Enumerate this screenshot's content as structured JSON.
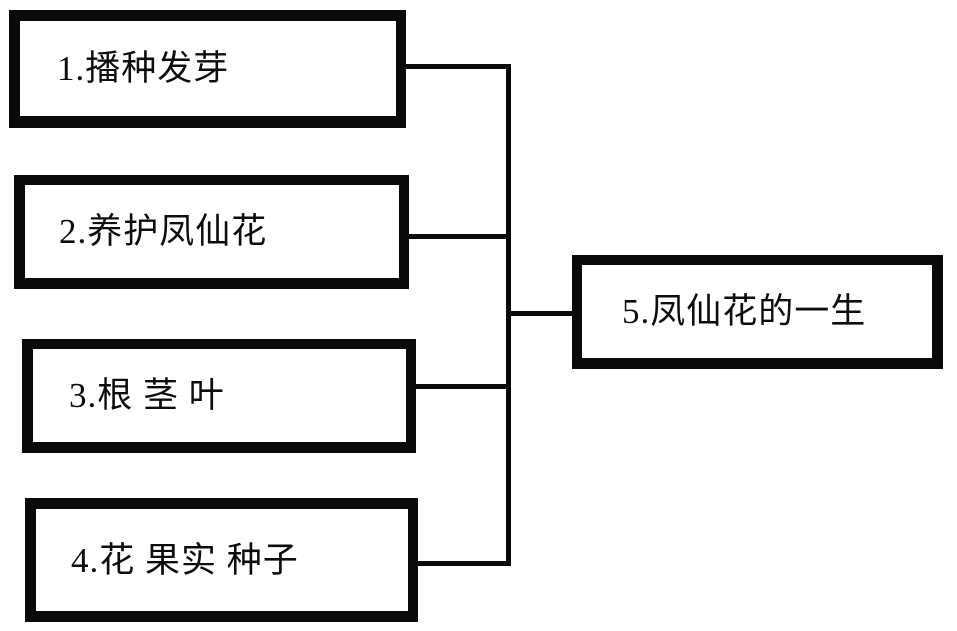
{
  "diagram": {
    "type": "bracket-tree",
    "title": "凤仙花的一生",
    "orientation": "left-branches-to-right-root",
    "colors": {
      "background": "#ffffff",
      "border": "#0a0a0a",
      "text": "#0d0d0d",
      "connector": "#0a0a0a"
    },
    "root": {
      "id": "node-5",
      "label": "5.凤仙花的一生"
    },
    "branches": [
      {
        "id": "node-1",
        "label": "1.播种发芽"
      },
      {
        "id": "node-2",
        "label": "2.养护凤仙花"
      },
      {
        "id": "node-3",
        "label": "3.根 茎 叶"
      },
      {
        "id": "node-4",
        "label": "4.花 果实 种子"
      }
    ],
    "connectors": [
      {
        "id": "conn-1",
        "from": "node-1",
        "to": "spine",
        "orientation": "horizontal"
      },
      {
        "id": "conn-2",
        "from": "node-2",
        "to": "spine",
        "orientation": "horizontal"
      },
      {
        "id": "conn-3",
        "from": "node-3",
        "to": "spine",
        "orientation": "horizontal"
      },
      {
        "id": "conn-4",
        "from": "node-4",
        "to": "spine",
        "orientation": "horizontal"
      },
      {
        "id": "conn-spine",
        "from": "conn-1",
        "to": "conn-4",
        "orientation": "vertical"
      },
      {
        "id": "conn-root",
        "from": "spine",
        "to": "node-5",
        "orientation": "horizontal"
      }
    ]
  }
}
